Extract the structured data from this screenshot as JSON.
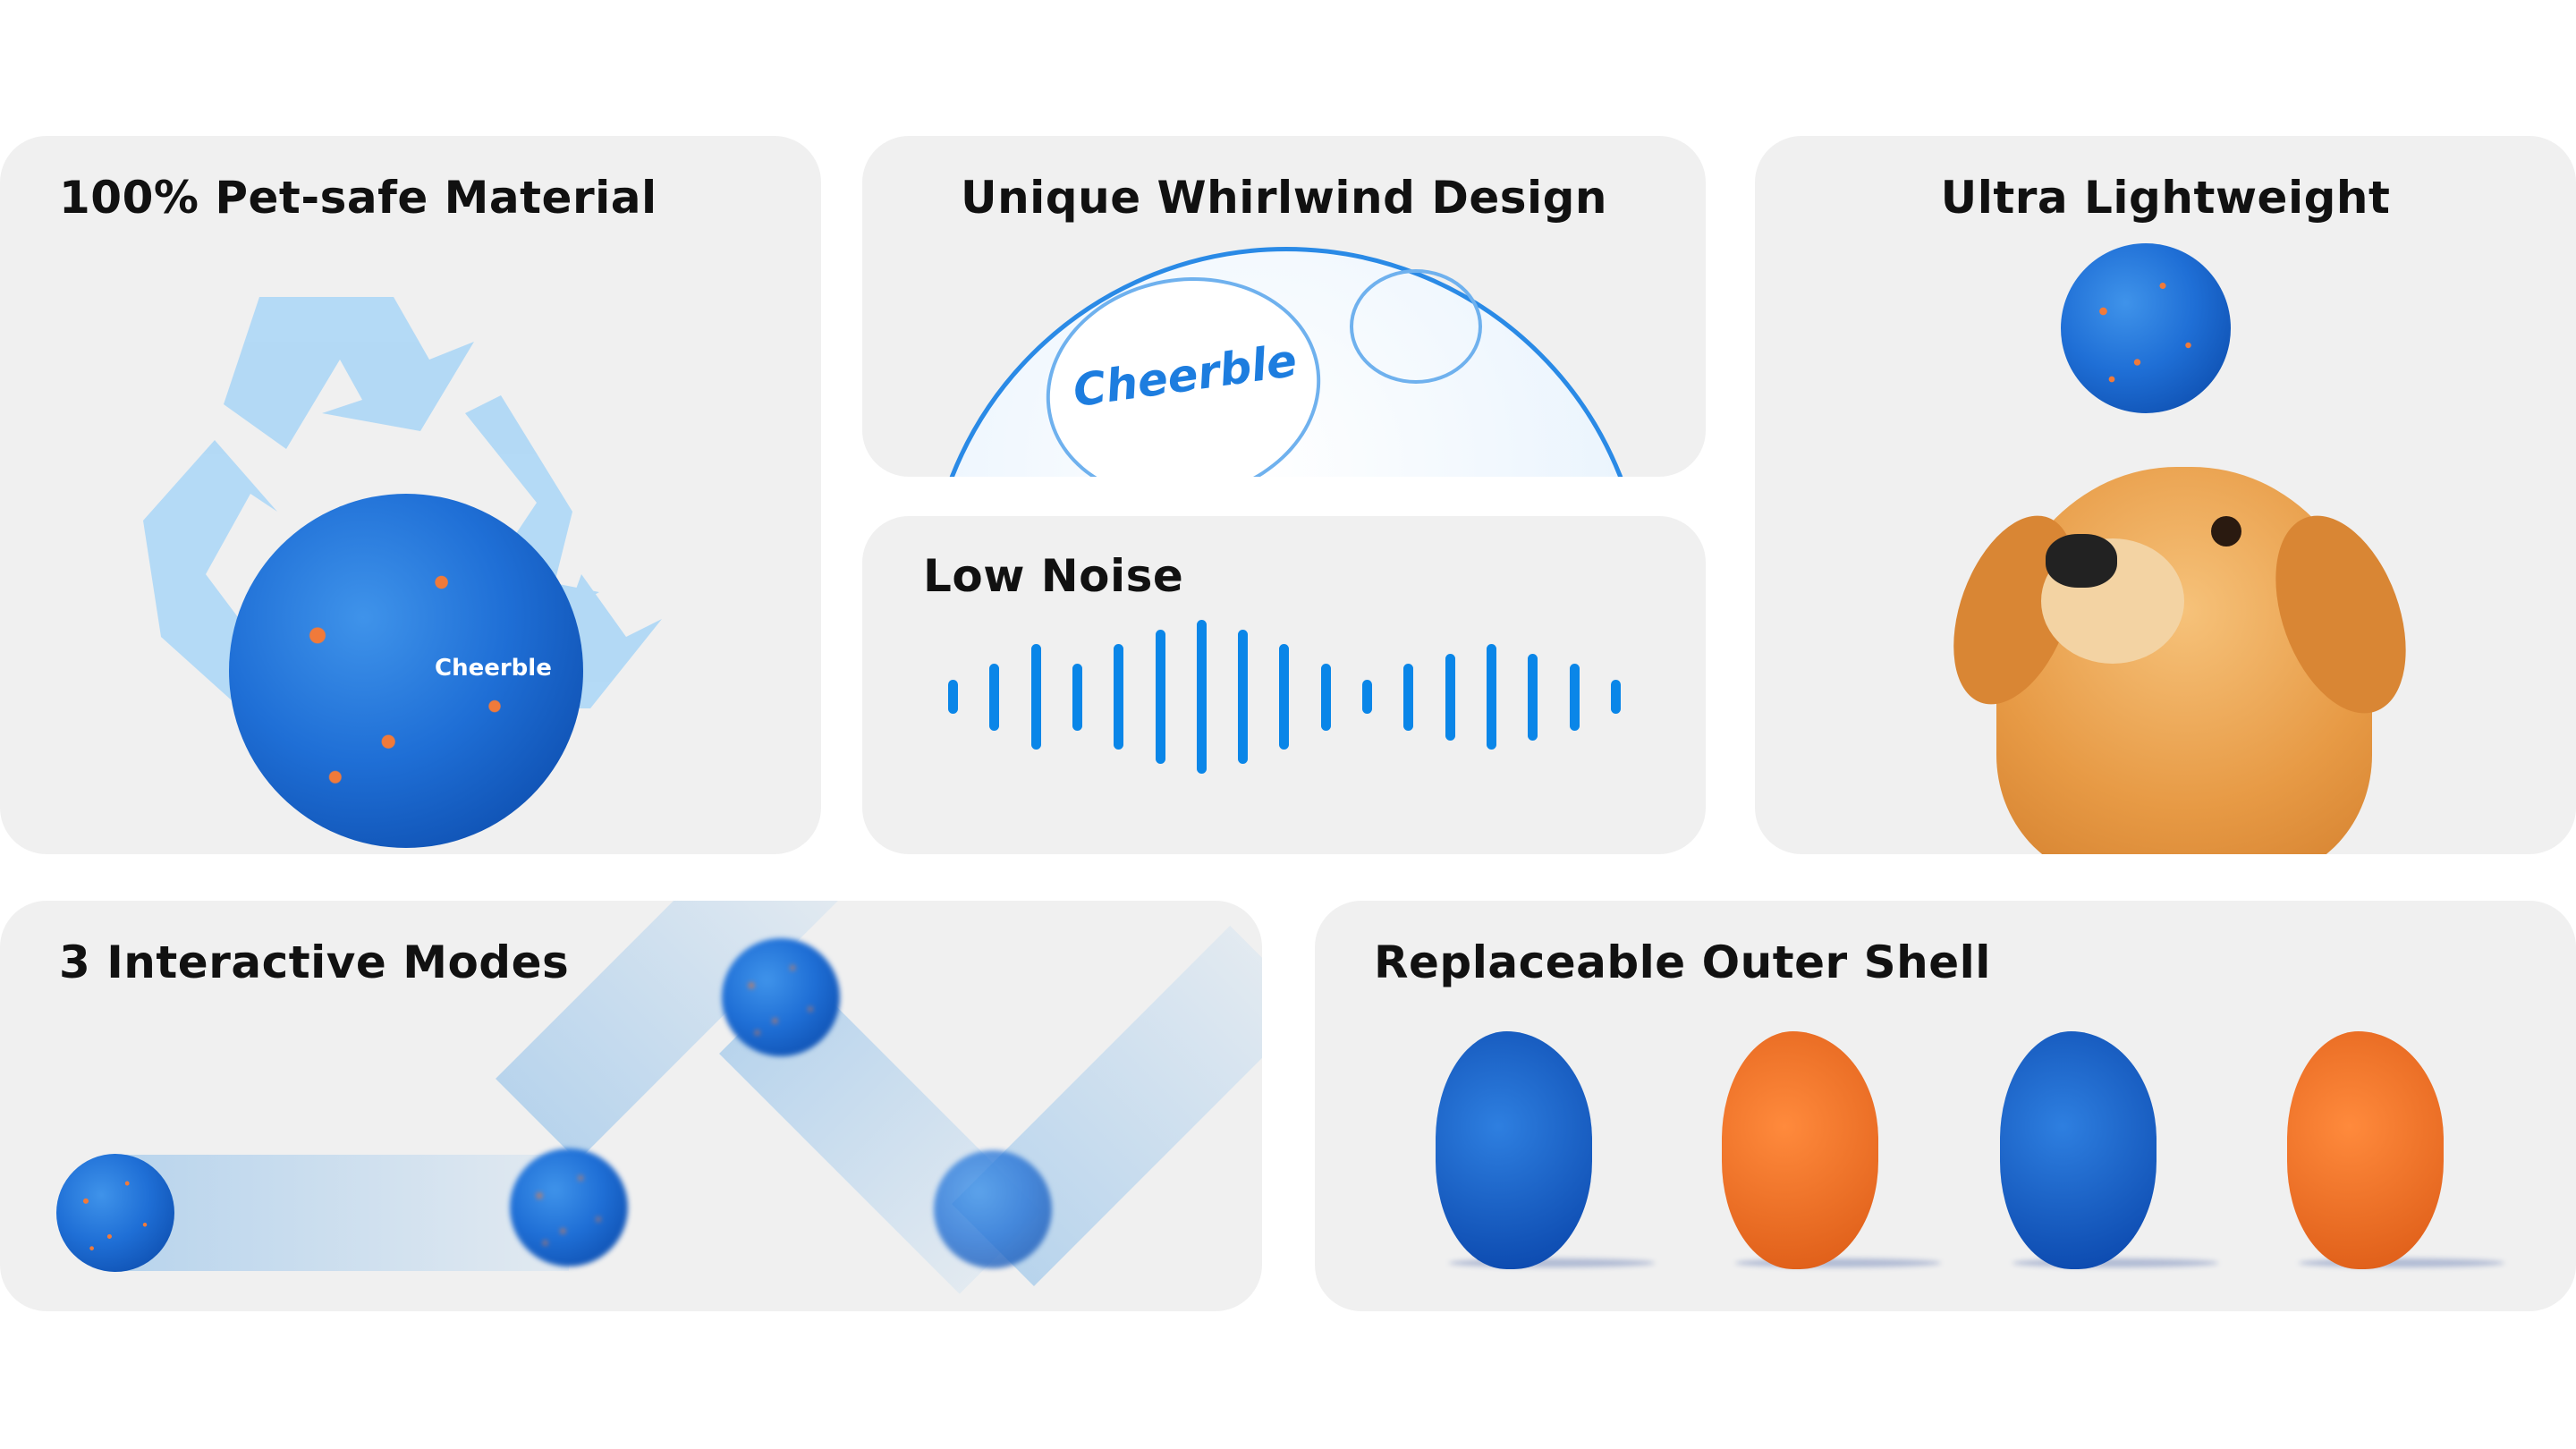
{
  "cards": {
    "pet_safe": {
      "title": "100% Pet-safe Material",
      "logo": "Cheerble"
    },
    "whirlwind": {
      "title": "Unique Whirlwind Design",
      "logo": "Cheerble"
    },
    "low_noise": {
      "title": "Low Noise",
      "wave_levels": [
        38,
        75,
        118,
        75,
        118,
        150,
        172,
        150,
        118,
        75,
        38,
        75,
        97,
        118,
        97,
        75,
        38
      ]
    },
    "lightweight": {
      "title": "Ultra Lightweight"
    },
    "modes": {
      "title": "3 Interactive Modes"
    },
    "shell": {
      "title": "Replaceable Outer Shell",
      "shell_colors": [
        "blue",
        "orange",
        "blue",
        "orange"
      ]
    }
  },
  "colors": {
    "accent": "#0a86e8",
    "card_bg": "#f0f0f0",
    "ball_blue": "#1f6fd6",
    "ball_orange": "#f07a3a"
  }
}
